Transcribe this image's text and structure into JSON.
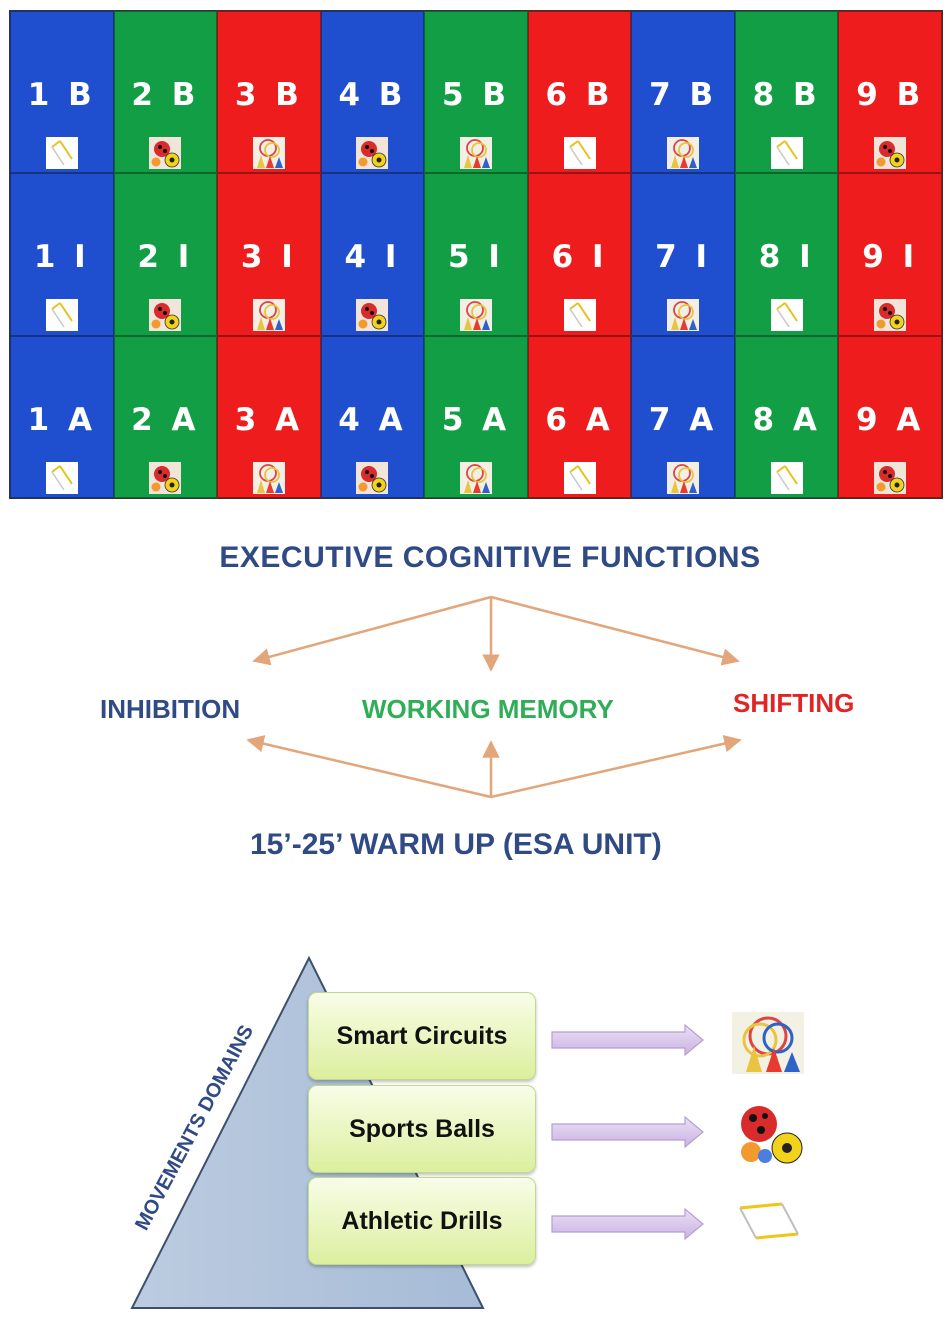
{
  "grid": {
    "colors": {
      "blue": "#1f4fcf",
      "green": "#119e44",
      "red": "#ee1c1c"
    },
    "rows": [
      {
        "cells": [
          {
            "label": "1 B",
            "color": "blue",
            "icon": "ladder-icon"
          },
          {
            "label": "2 B",
            "color": "green",
            "icon": "balls-icon"
          },
          {
            "label": "3 B",
            "color": "red",
            "icon": "hoops-cones-icon"
          },
          {
            "label": "4 B",
            "color": "blue",
            "icon": "balls-icon"
          },
          {
            "label": "5 B",
            "color": "green",
            "icon": "hoops-cones-icon"
          },
          {
            "label": "6 B",
            "color": "red",
            "icon": "ladder-icon"
          },
          {
            "label": "7 B",
            "color": "blue",
            "icon": "hoops-cones-icon"
          },
          {
            "label": "8 B",
            "color": "green",
            "icon": "ladder-icon"
          },
          {
            "label": "9 B",
            "color": "red",
            "icon": "balls-icon"
          }
        ]
      },
      {
        "cells": [
          {
            "label": "1 I",
            "color": "blue",
            "icon": "ladder-icon"
          },
          {
            "label": "2 I",
            "color": "green",
            "icon": "balls-icon"
          },
          {
            "label": "3 I",
            "color": "red",
            "icon": "hoops-cones-icon"
          },
          {
            "label": "4 I",
            "color": "blue",
            "icon": "balls-icon"
          },
          {
            "label": "5 I",
            "color": "green",
            "icon": "hoops-cones-icon"
          },
          {
            "label": "6 I",
            "color": "red",
            "icon": "ladder-icon"
          },
          {
            "label": "7 I",
            "color": "blue",
            "icon": "hoops-cones-icon"
          },
          {
            "label": "8 I",
            "color": "green",
            "icon": "ladder-icon"
          },
          {
            "label": "9 I",
            "color": "red",
            "icon": "balls-icon"
          }
        ]
      },
      {
        "cells": [
          {
            "label": "1 A",
            "color": "blue",
            "icon": "ladder-icon"
          },
          {
            "label": "2 A",
            "color": "green",
            "icon": "balls-icon"
          },
          {
            "label": "3 A",
            "color": "red",
            "icon": "hoops-cones-icon"
          },
          {
            "label": "4 A",
            "color": "blue",
            "icon": "balls-icon"
          },
          {
            "label": "5 A",
            "color": "green",
            "icon": "hoops-cones-icon"
          },
          {
            "label": "6 A",
            "color": "red",
            "icon": "ladder-icon"
          },
          {
            "label": "7 A",
            "color": "blue",
            "icon": "hoops-cones-icon"
          },
          {
            "label": "8 A",
            "color": "green",
            "icon": "ladder-icon"
          },
          {
            "label": "9 A",
            "color": "red",
            "icon": "balls-icon"
          }
        ]
      }
    ]
  },
  "functions": {
    "title": "EXECUTIVE COGNITIVE FUNCTIONS",
    "inhibition": "INHIBITION",
    "working_memory": "WORKING MEMORY",
    "shifting": "SHIFTING",
    "warm_up": "15’-25’ WARM UP (ESA UNIT)",
    "arrow_color": "#e3a57a"
  },
  "pyramid": {
    "label": "MOVEMENTS DOMAINS",
    "domains": [
      {
        "label": "Smart Circuits",
        "icon": "hoops-cones-icon"
      },
      {
        "label": "Sports Balls",
        "icon": "balls-icon"
      },
      {
        "label": "Athletic Drills",
        "icon": "ladder-icon"
      }
    ],
    "arrow_color": "#d7c6ea"
  }
}
